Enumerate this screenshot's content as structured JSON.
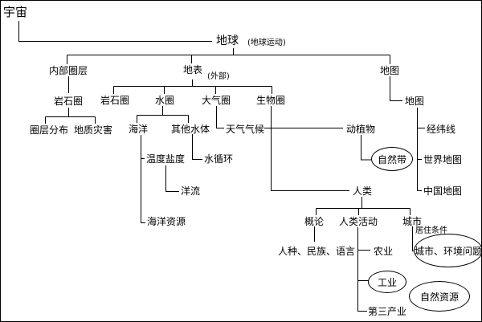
{
  "root": "宇宙",
  "earth": "地球",
  "earth_motion": "(地球运动)",
  "level2": {
    "inner": "内部圈层",
    "surface": "地表",
    "surface_note": "(外部)",
    "map": "地图"
  },
  "inner_children": {
    "lithosphere": "岩石圈",
    "layer_dist": "圈层分布",
    "geo_disaster": "地质灾害"
  },
  "surface_children": {
    "lithosphere": "岩石圈",
    "hydrosphere": "水圈",
    "atmosphere": "大气圈",
    "biosphere": "生物圈"
  },
  "hydro_children": {
    "ocean": "海洋",
    "other_water": "其他水体",
    "temp_salinity": "温度盐度",
    "currents": "洋流",
    "ocean_resources": "海洋资源",
    "water_cycle": "水循环"
  },
  "weather": "天气气候",
  "flora_fauna": "动植物",
  "natural_zone": "自然带",
  "map_children": {
    "map": "地图",
    "latlong": "经纬线",
    "world_map": "世界地图",
    "china_map": "中国地图"
  },
  "humans": "人类",
  "human_children": {
    "overview": "概论",
    "activities": "人类活动",
    "city": "城市",
    "living_conditions": "居住条件",
    "race_lang": "人种、民族、语言",
    "agriculture": "农业",
    "industry": "工业",
    "tertiary": "第三产业",
    "city_env": "城市、环境问题",
    "natural_resources": "自然资源"
  }
}
